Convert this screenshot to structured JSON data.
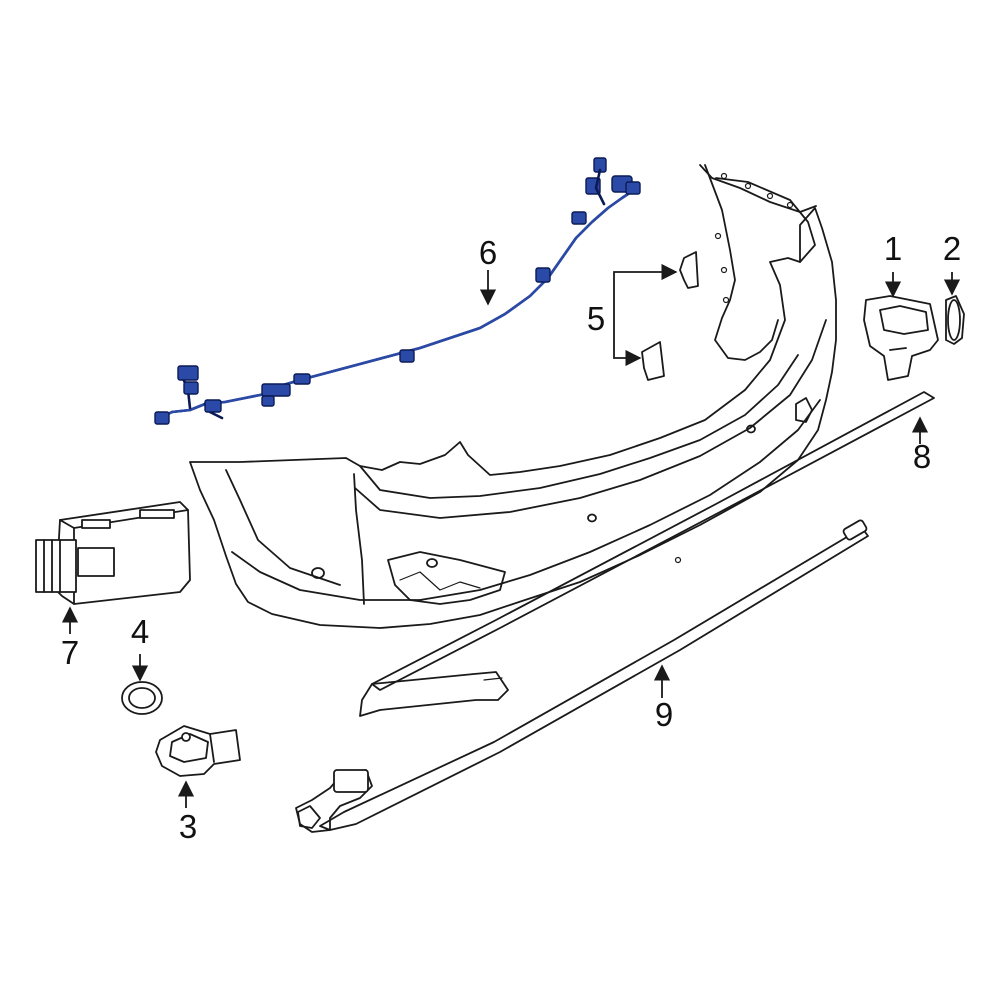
{
  "colors": {
    "background": "#ffffff",
    "line": "#1a1a1a",
    "highlight_fill": "#2b4aa8",
    "highlight_stroke": "#0b1a55"
  },
  "callouts": [
    {
      "id": "1",
      "label": "1"
    },
    {
      "id": "2",
      "label": "2"
    },
    {
      "id": "3",
      "label": "3"
    },
    {
      "id": "4",
      "label": "4"
    },
    {
      "id": "5",
      "label": "5"
    },
    {
      "id": "6",
      "label": "6"
    },
    {
      "id": "7",
      "label": "7"
    },
    {
      "id": "8",
      "label": "8"
    },
    {
      "id": "9",
      "label": "9"
    }
  ]
}
